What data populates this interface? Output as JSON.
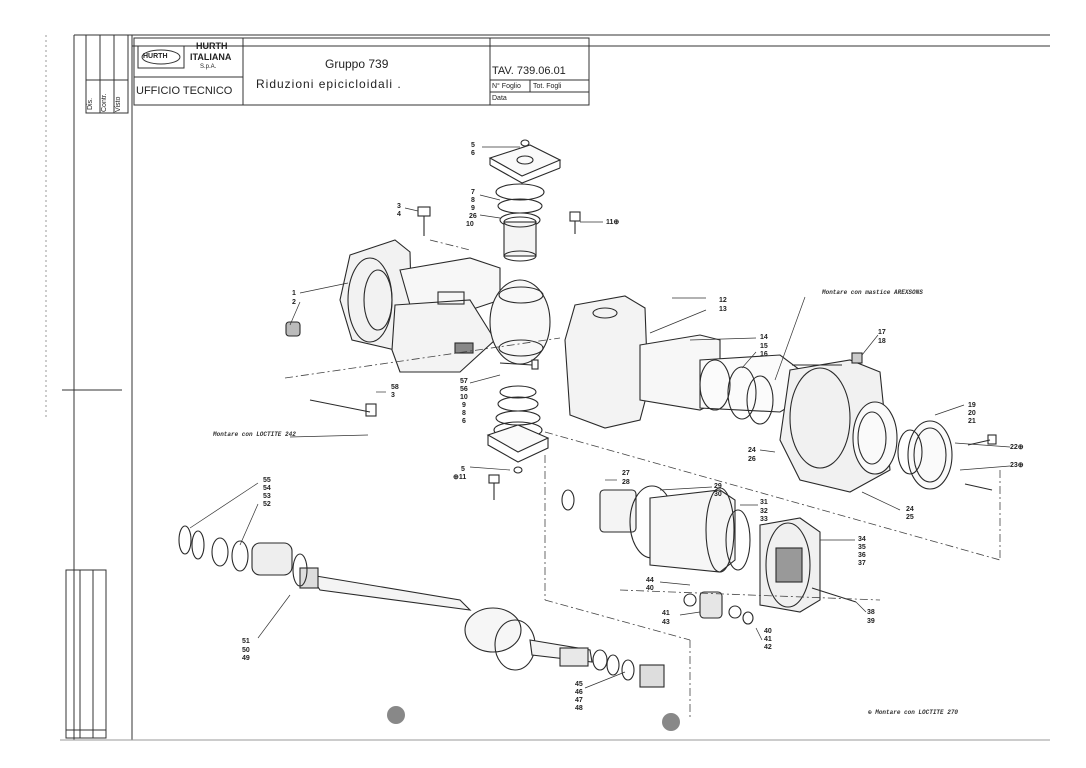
{
  "title_block": {
    "company_line1": "HURTH",
    "company_line2": "ITALIANA",
    "company_line3": "S.p.A.",
    "logo_text": "HURTH",
    "department": "UFFICIO TECNICO",
    "group": "Gruppo 739",
    "description": "Riduzioni   epicicloidali .",
    "table_number": "TAV. 739.06.01",
    "sheet_no_label": "N° Foglio",
    "total_sheets_label": "Tot. Fogli",
    "date_label": "Data",
    "side_labels": [
      "Dis.",
      "Contr.",
      "Visto"
    ]
  },
  "notes": {
    "arexsons": "Montare  con  mastice  AREXSONS",
    "loctite_242": "Montare  con  LOCTITE  242",
    "loctite_270": "⊕ Montare  con  LOCTITE  270"
  },
  "callouts": [
    {
      "text": "5"
    },
    {
      "text": "6"
    },
    {
      "text": "3"
    },
    {
      "text": "4"
    },
    {
      "text": "7"
    },
    {
      "text": "8"
    },
    {
      "text": "9"
    },
    {
      "text": "26"
    },
    {
      "text": "10"
    },
    {
      "text": "11⊕"
    },
    {
      "text": "1"
    },
    {
      "text": "2"
    },
    {
      "text": "12"
    },
    {
      "text": "13"
    },
    {
      "text": "14"
    },
    {
      "text": "15"
    },
    {
      "text": "16"
    },
    {
      "text": "17"
    },
    {
      "text": "18"
    },
    {
      "text": "57"
    },
    {
      "text": "56"
    },
    {
      "text": "10"
    },
    {
      "text": "9"
    },
    {
      "text": "8"
    },
    {
      "text": "6"
    },
    {
      "text": "58"
    },
    {
      "text": "3"
    },
    {
      "text": "5"
    },
    {
      "text": "⊕11"
    },
    {
      "text": "19"
    },
    {
      "text": "20"
    },
    {
      "text": "21"
    },
    {
      "text": "22⊕"
    },
    {
      "text": "23⊕"
    },
    {
      "text": "24"
    },
    {
      "text": "26"
    },
    {
      "text": "24"
    },
    {
      "text": "25"
    },
    {
      "text": "27"
    },
    {
      "text": "28"
    },
    {
      "text": "29"
    },
    {
      "text": "30"
    },
    {
      "text": "31"
    },
    {
      "text": "32"
    },
    {
      "text": "33"
    },
    {
      "text": "34"
    },
    {
      "text": "35"
    },
    {
      "text": "36"
    },
    {
      "text": "37"
    },
    {
      "text": "55"
    },
    {
      "text": "54"
    },
    {
      "text": "53"
    },
    {
      "text": "52"
    },
    {
      "text": "44"
    },
    {
      "text": "40"
    },
    {
      "text": "41"
    },
    {
      "text": "43"
    },
    {
      "text": "40"
    },
    {
      "text": "41"
    },
    {
      "text": "42"
    },
    {
      "text": "38"
    },
    {
      "text": "39"
    },
    {
      "text": "51"
    },
    {
      "text": "50"
    },
    {
      "text": "49"
    },
    {
      "text": "45"
    },
    {
      "text": "46"
    },
    {
      "text": "47"
    },
    {
      "text": "48"
    }
  ]
}
